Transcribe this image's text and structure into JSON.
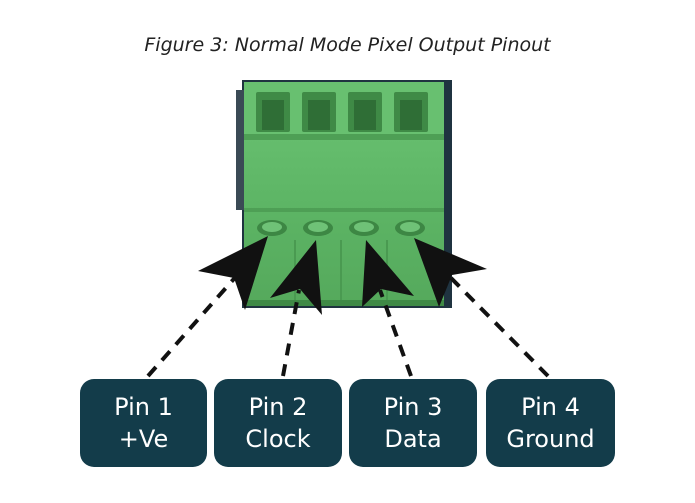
{
  "figure": {
    "caption": "Figure 3: Normal Mode Pixel Output Pinout"
  },
  "connector": {
    "color": "#5fb866",
    "pin_count": 4
  },
  "pins": [
    {
      "title": "Pin 1",
      "function": "+Ve"
    },
    {
      "title": "Pin 2",
      "function": "Clock"
    },
    {
      "title": "Pin 3",
      "function": "Data"
    },
    {
      "title": "Pin 4",
      "function": "Ground"
    }
  ],
  "colors": {
    "box": "#133c4a",
    "arrow": "#111111"
  }
}
